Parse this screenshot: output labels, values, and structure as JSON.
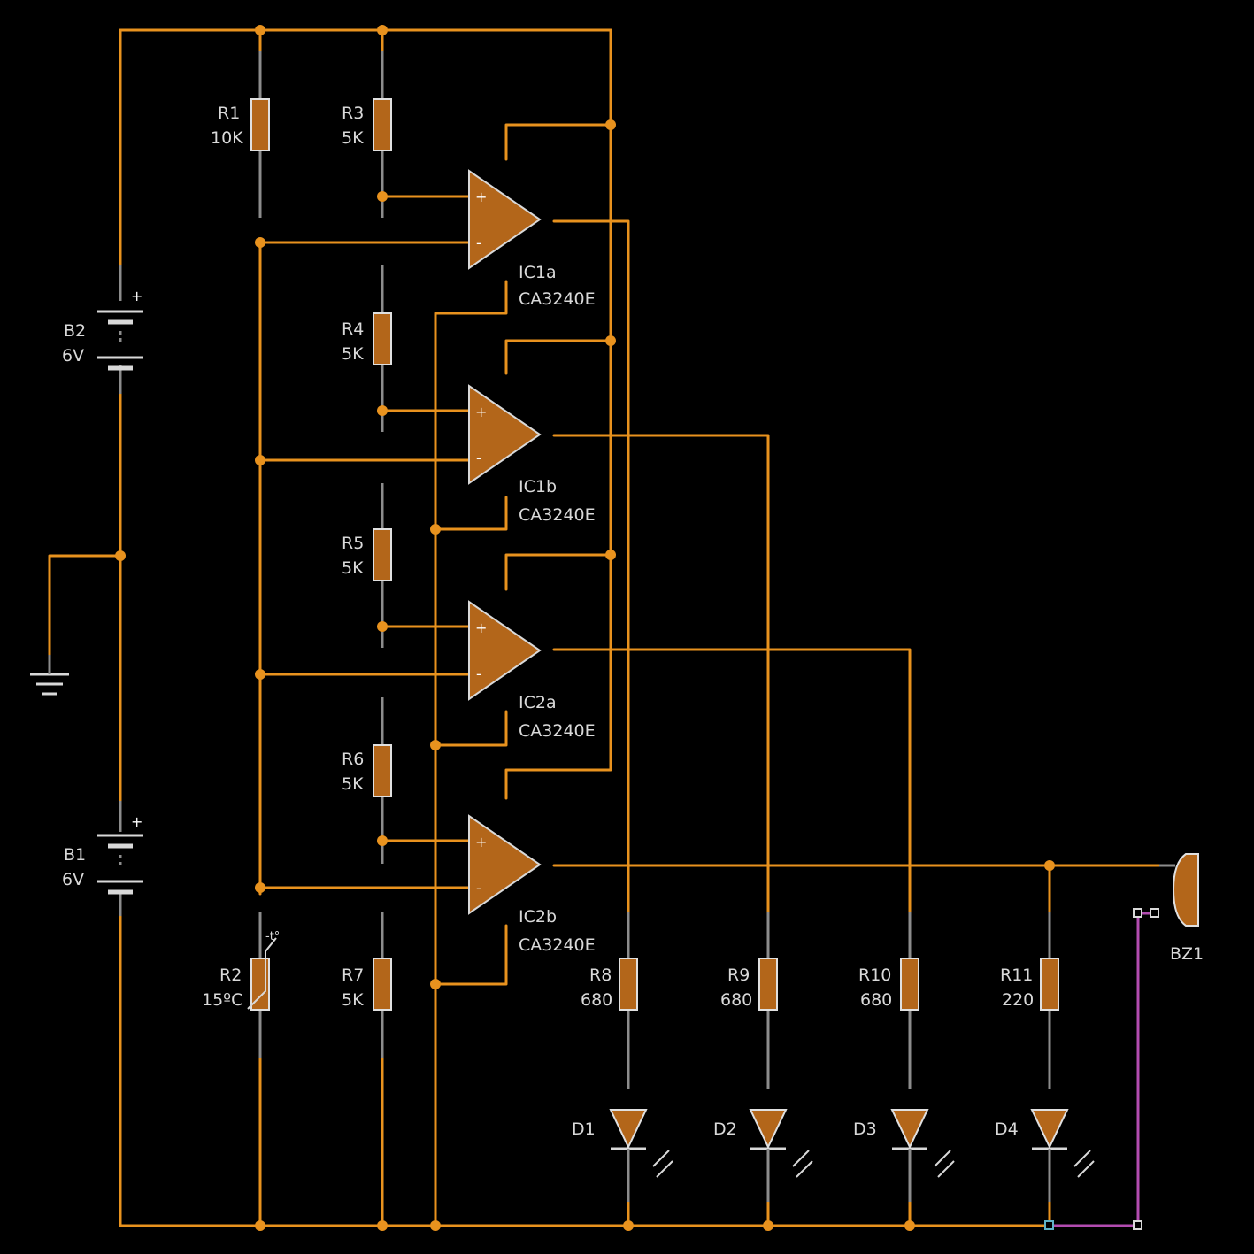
{
  "colors": {
    "background": "#000000",
    "wire": "#e8921e",
    "component_body": "#b3661a",
    "lead": "#8c8c8c",
    "label": "#d9d9d9",
    "buzzer_wire": "#b24cb0"
  },
  "batteries": [
    {
      "id": "B2",
      "value": "6V"
    },
    {
      "id": "B1",
      "value": "6V"
    }
  ],
  "resistors": [
    {
      "id": "R1",
      "value": "10K"
    },
    {
      "id": "R3",
      "value": "5K"
    },
    {
      "id": "R4",
      "value": "5K"
    },
    {
      "id": "R5",
      "value": "5K"
    },
    {
      "id": "R6",
      "value": "5K"
    },
    {
      "id": "R7",
      "value": "5K"
    },
    {
      "id": "R8",
      "value": "680"
    },
    {
      "id": "R9",
      "value": "680"
    },
    {
      "id": "R10",
      "value": "680"
    },
    {
      "id": "R11",
      "value": "220"
    }
  ],
  "thermistor": {
    "id": "R2",
    "value": "15ºC",
    "mark": "-t°"
  },
  "opamps": [
    {
      "id": "IC1a",
      "part": "CA3240E"
    },
    {
      "id": "IC1b",
      "part": "CA3240E"
    },
    {
      "id": "IC2a",
      "part": "CA3240E"
    },
    {
      "id": "IC2b",
      "part": "CA3240E"
    }
  ],
  "leds": [
    {
      "id": "D1"
    },
    {
      "id": "D2"
    },
    {
      "id": "D3"
    },
    {
      "id": "D4"
    }
  ],
  "buzzer": {
    "id": "BZ1"
  },
  "polarity": {
    "plus": "+",
    "minus": "-"
  }
}
